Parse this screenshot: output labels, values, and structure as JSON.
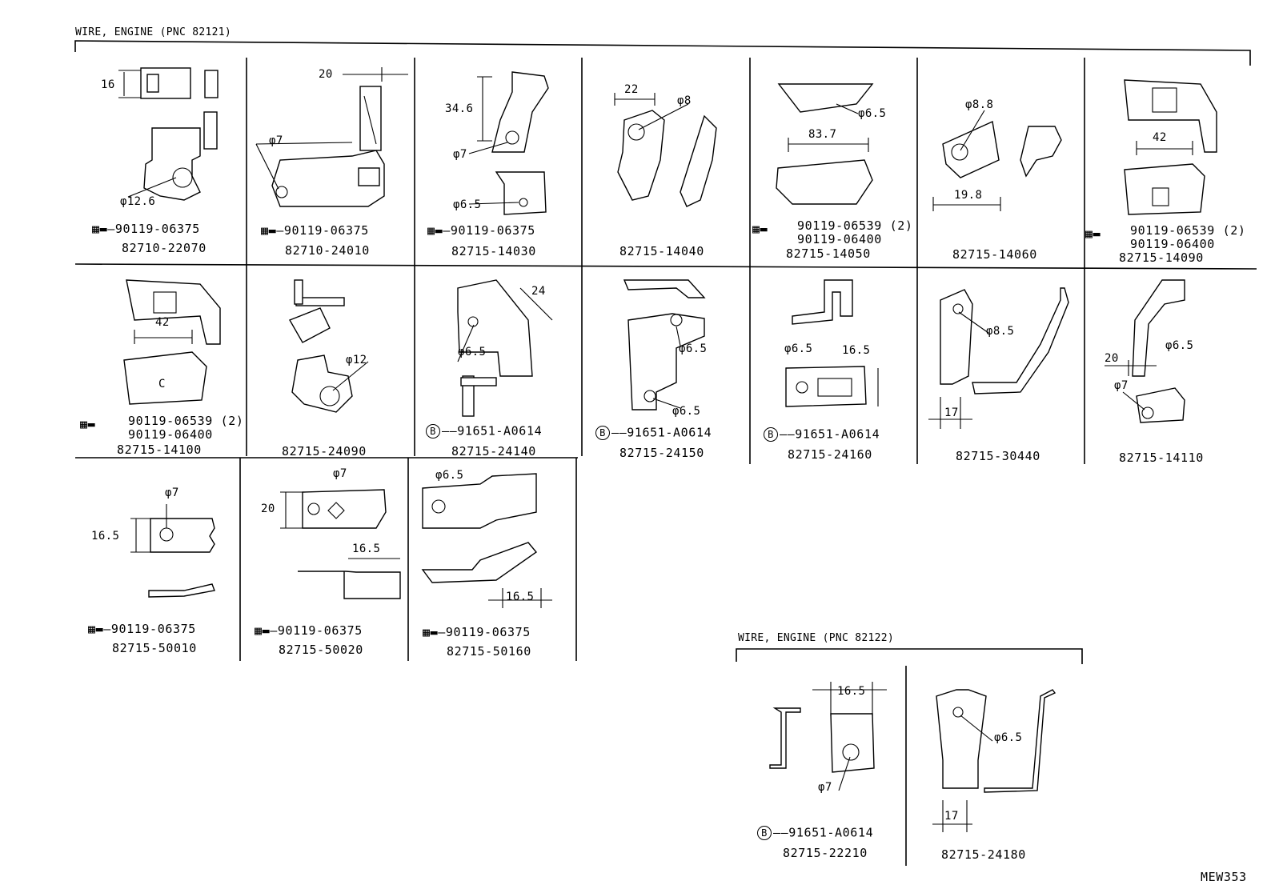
{
  "sections": [
    {
      "title": "WIRE, ENGINE (PNC 82121)"
    },
    {
      "title": "WIRE, ENGINE (PNC 82122)"
    }
  ],
  "diagram_id": "MEW353",
  "cells": [
    {
      "part_number": "82710-22070",
      "bolts": [
        "90119-06375"
      ],
      "dims": [
        "16",
        "φ12.6"
      ]
    },
    {
      "part_number": "82710-24010",
      "bolts": [
        "90119-06375"
      ],
      "dims": [
        "20",
        "φ7"
      ]
    },
    {
      "part_number": "82715-14030",
      "bolts": [
        "90119-06375"
      ],
      "dims": [
        "34.6",
        "φ7",
        "φ6.5"
      ]
    },
    {
      "part_number": "82715-14040",
      "bolts": [],
      "dims": [
        "22",
        "φ8"
      ]
    },
    {
      "part_number": "82715-14050",
      "bolts": [
        "90119-06539 (2)",
        "90119-06400"
      ],
      "dims": [
        "φ6.5",
        "83.7"
      ]
    },
    {
      "part_number": "82715-14060",
      "bolts": [],
      "dims": [
        "φ8.8",
        "19.8"
      ]
    },
    {
      "part_number": "82715-14090",
      "bolts": [
        "90119-06539 (2)",
        "90119-06400"
      ],
      "dims": [
        "42"
      ]
    },
    {
      "part_number": "82715-14100",
      "bolts": [
        "90119-06539 (2)",
        "90119-06400"
      ],
      "dims": [
        "42",
        "C"
      ]
    },
    {
      "part_number": "82715-24090",
      "bolts": [],
      "dims": [
        "φ12"
      ]
    },
    {
      "part_number": "82715-24140",
      "bolts": [
        "91651-A0614"
      ],
      "dims": [
        "24",
        "φ6.5"
      ]
    },
    {
      "part_number": "82715-24150",
      "bolts": [
        "91651-A0614"
      ],
      "dims": [
        "φ6.5",
        "φ6.5"
      ]
    },
    {
      "part_number": "82715-24160",
      "bolts": [
        "91651-A0614"
      ],
      "dims": [
        "φ6.5",
        "16.5"
      ]
    },
    {
      "part_number": "82715-30440",
      "bolts": [],
      "dims": [
        "φ8.5",
        "17"
      ]
    },
    {
      "part_number": "82715-14110",
      "bolts": [],
      "dims": [
        "20",
        "φ6.5",
        "φ7"
      ]
    },
    {
      "part_number": "82715-50010",
      "bolts": [
        "90119-06375"
      ],
      "dims": [
        "φ7",
        "16.5"
      ]
    },
    {
      "part_number": "82715-50020",
      "bolts": [
        "90119-06375"
      ],
      "dims": [
        "φ7",
        "20",
        "16.5"
      ]
    },
    {
      "part_number": "82715-50160",
      "bolts": [
        "90119-06375"
      ],
      "dims": [
        "φ6.5",
        "16.5"
      ]
    },
    {
      "part_number": "82715-22210",
      "bolts": [
        "91651-A0614"
      ],
      "dims": [
        "16.5",
        "φ7"
      ]
    },
    {
      "part_number": "82715-24180",
      "bolts": [],
      "dims": [
        "φ6.5",
        "17"
      ]
    }
  ],
  "bolt_marker": "B",
  "icons": {
    "bolt": "hex-bolt-icon",
    "circled_b": "circled-b-icon"
  }
}
